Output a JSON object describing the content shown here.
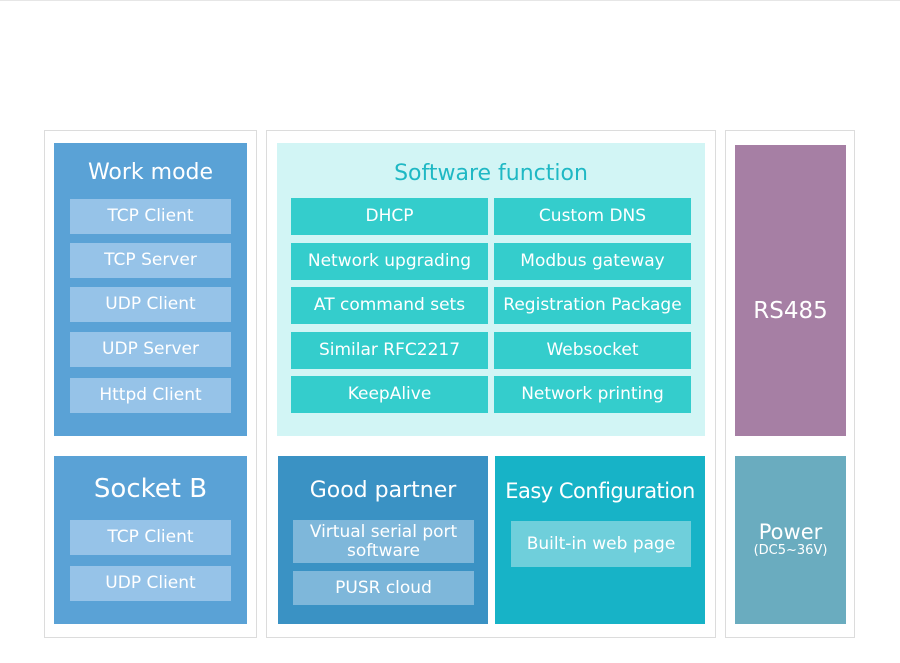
{
  "work_mode": {
    "title": "Work mode",
    "items": [
      "TCP Client",
      "TCP Server",
      "UDP Client",
      "UDP Server",
      "Httpd Client"
    ]
  },
  "socket_b": {
    "title": "Socket B",
    "items": [
      "TCP Client",
      "UDP Client"
    ]
  },
  "software_function": {
    "title": "Software function",
    "items": [
      "DHCP",
      "Custom DNS",
      "Network upgrading",
      "Modbus gateway",
      "AT command sets",
      "Registration Package",
      "Similar RFC2217",
      "Websocket",
      "KeepAlive",
      "Network printing"
    ]
  },
  "good_partner": {
    "title": "Good partner",
    "items": [
      "Virtual serial port software",
      "PUSR cloud"
    ]
  },
  "easy_configuration": {
    "title": "Easy Configuration",
    "items": [
      "Built-in web page"
    ]
  },
  "rs485": {
    "title": "RS485"
  },
  "power": {
    "title": "Power",
    "spec": "(DC5~36V)"
  },
  "colors": {
    "work_mode_bg": "#5aa2d6",
    "work_mode_chip": "#96c3e8",
    "software_bg": "#d2f5f5",
    "software_title": "#1fb8c4",
    "software_chip": "#34cdcc",
    "good_partner_bg": "#3a92c4",
    "good_partner_chip": "#7eb7da",
    "easy_config_bg": "#17b3c7",
    "easy_config_chip": "#6fcfdb",
    "rs485_bg": "#a67fa4",
    "power_bg": "#6aacbf"
  }
}
